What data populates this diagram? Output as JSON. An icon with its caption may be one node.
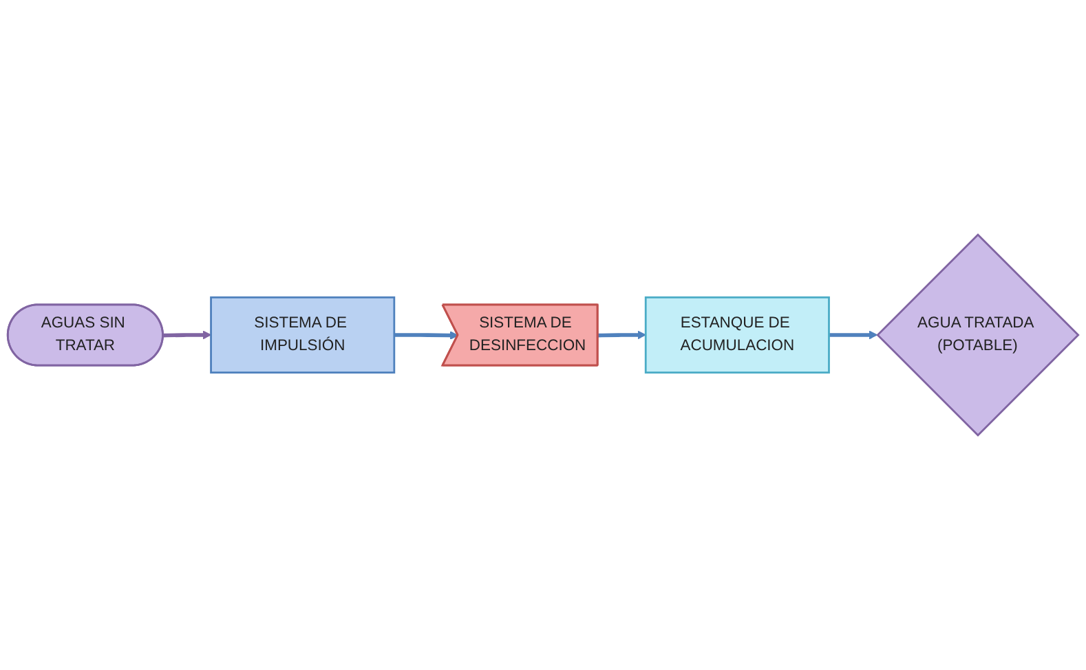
{
  "diagram": {
    "nodes": [
      {
        "text": [
          "AGUAS SIN TRATAR"
        ]
      },
      {
        "text": [
          "SISTEMA DE IMPULSIÓN"
        ]
      },
      {
        "text": [
          "SISTEMA DE DESINFECCION"
        ]
      },
      {
        "text": [
          "ESTANQUE DE ACUMULACION"
        ]
      },
      {
        "text": [
          "AGUA TRATADA (POTABLE)"
        ]
      }
    ],
    "edges": [
      {
        "from": 0,
        "to": 1,
        "arrow": "to",
        "color": "#8064a2"
      },
      {
        "from": 1,
        "to": 2,
        "arrow": "to"
      },
      {
        "from": 2,
        "to": 3,
        "arrow": "to"
      },
      {
        "from": 3,
        "to": 4,
        "arrow": "to"
      }
    ]
  }
}
